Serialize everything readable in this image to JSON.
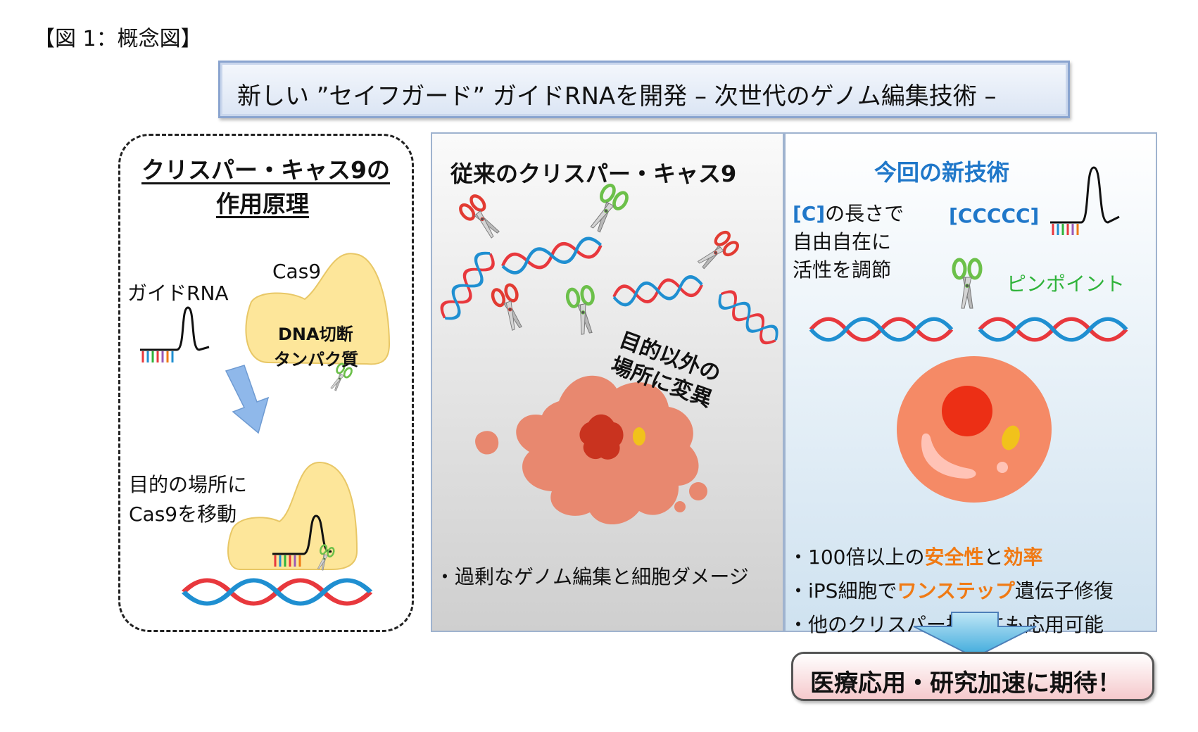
{
  "figure_label": "【図 1：概念図】",
  "title": "新しい ”セイフガード” ガイドRNAを開発 – 次世代のゲノム編集技術 –",
  "principle": {
    "heading_line1": "クリスパー・キャス9の",
    "heading_line2": "作用原理",
    "guide_rna_label": "ガイドRNA",
    "cas9_label": "Cas9",
    "protein_line1": "DNA切断",
    "protein_line2": "タンパク質",
    "move_line1": "目的の場所に",
    "move_line2": "Cas9を移動"
  },
  "conventional": {
    "heading": "従来のクリスパー・キャス9",
    "offtarget_line1": "目的以外の",
    "offtarget_line2": "場所に変異",
    "bullet": "・過剰なゲノム編集と細胞ダメージ"
  },
  "new_tech": {
    "heading": "今回の新技術",
    "c_length_bracket": "[C]",
    "c_length_rest": "の長さで",
    "c_line2": "自由自在に",
    "c_line3": "活性を調節",
    "cccc_label": "[CCCCC]",
    "pinpoint": "ピンポイント",
    "bullets": [
      {
        "prefix": "・100倍以上の",
        "hl1": "安全性",
        "mid": "と",
        "hl2": "効率",
        "suffix": ""
      },
      {
        "prefix": "・iPS細胞で",
        "hl1": "ワンステップ",
        "mid": "遺伝子修復",
        "hl2": "",
        "suffix": ""
      },
      {
        "prefix": "・他のクリスパー技術にも応用可能",
        "hl1": "",
        "mid": "",
        "hl2": "",
        "suffix": ""
      }
    ]
  },
  "expectation": "医療応用・研究加速に期待！",
  "colors": {
    "heading_blue": "#1f77c9",
    "pinpoint_green": "#2fb33a",
    "highlight_orange": "#f07a14",
    "cas9_yellow": "#fde69a",
    "dna_red": "#e8383d",
    "dna_blue": "#1f8fd1",
    "scissor_red": "#e23b32",
    "scissor_green": "#6cc04a"
  }
}
